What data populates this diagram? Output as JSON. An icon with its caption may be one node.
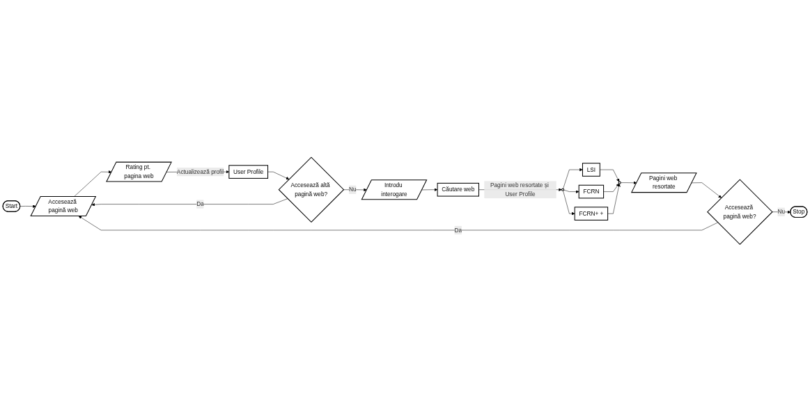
{
  "diagram": {
    "nodes": [
      {
        "text": [
          "Start"
        ]
      },
      {
        "text": [
          "Accesează pagină web"
        ]
      },
      {
        "text": [
          "Rating pt. pagina web"
        ]
      },
      {
        "text": [
          "User Profile"
        ]
      },
      {
        "text": [
          "Accesează altă pagină web?"
        ]
      },
      {
        "text": [
          "Introdu interogare"
        ]
      },
      {
        "text": [
          "Căutare web"
        ]
      },
      {
        "text": [],
        "shape": "circle"
      },
      {
        "text": [
          "LSI"
        ]
      },
      {
        "text": [
          "FCRN"
        ]
      },
      {
        "text": [
          "FCRN+ +"
        ]
      },
      {
        "text": [],
        "shape": "circle"
      },
      {
        "text": [
          "Pagini web resortate"
        ]
      },
      {
        "text": [
          "Accesează pagină web?"
        ]
      },
      {
        "text": [
          "Stop"
        ]
      }
    ],
    "edges": [
      {
        "from": 0,
        "to": 1,
        "arrow": "to"
      },
      {
        "from": 1,
        "to": 2,
        "arrow": "to"
      },
      {
        "from": 2,
        "to": 3,
        "arrow": "to",
        "label": "Actualizează profil"
      },
      {
        "from": 3,
        "to": 4,
        "arrow": "to"
      },
      {
        "from": 4,
        "to": 1,
        "arrow": "to",
        "label": "Da"
      },
      {
        "from": 4,
        "to": 5,
        "arrow": "to",
        "label": "Nu"
      },
      {
        "from": 5,
        "to": 6,
        "arrow": "to"
      },
      {
        "from": 6,
        "to": 7,
        "arrow": "to",
        "label": "Pagini web resortate și User Profile"
      },
      {
        "from": 7,
        "to": 8,
        "arrow": "to"
      },
      {
        "from": 7,
        "to": 9,
        "arrow": "to"
      },
      {
        "from": 7,
        "to": 10,
        "arrow": "to"
      },
      {
        "from": 8,
        "to": 11,
        "arrow": "to"
      },
      {
        "from": 9,
        "to": 11,
        "arrow": "to"
      },
      {
        "from": 10,
        "to": 11,
        "arrow": "to"
      },
      {
        "from": 11,
        "to": 12,
        "arrow": "to"
      },
      {
        "from": 12,
        "to": 13,
        "arrow": "to"
      },
      {
        "from": 13,
        "to": 1,
        "arrow": "to",
        "label": "Da"
      },
      {
        "from": 13,
        "to": 14,
        "arrow": "to",
        "label": "Nu"
      }
    ]
  }
}
